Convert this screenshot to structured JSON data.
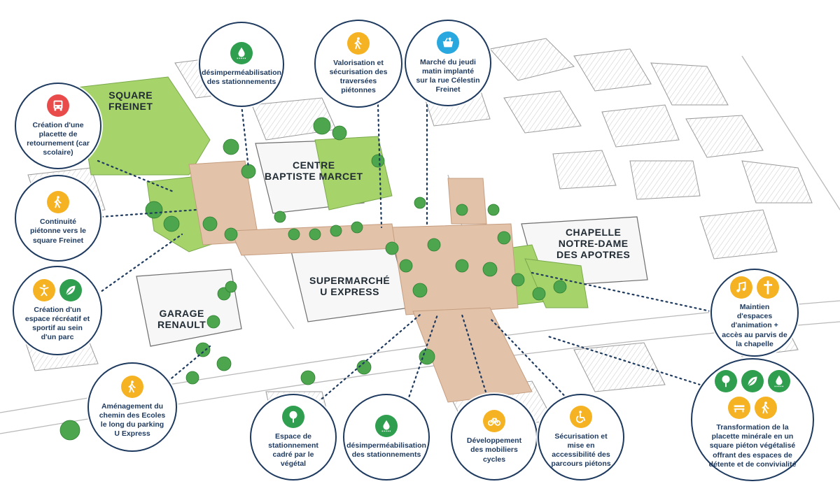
{
  "colors": {
    "navy": "#1e3a5f",
    "red": "#e94b4b",
    "yellow": "#f5b324",
    "green": "#2f9e4f",
    "cyan": "#29a8df",
    "vegetation": "#8bc34a",
    "paving": "#d9b8a0"
  },
  "places": {
    "square_freinet": [
      "SQUARE",
      "FREINET"
    ],
    "centre_baptiste_marcet": [
      "CENTRE",
      "BAPTISTE MARCET"
    ],
    "chapelle": [
      "CHAPELLE",
      "NOTRE-DAME",
      "DES APOTRES"
    ],
    "supermarche": [
      "SUPERMARCHÉ",
      "U EXPRESS"
    ],
    "garage": [
      "GARAGE",
      "RENAULT"
    ]
  },
  "bubbles": {
    "desimper_top": {
      "text": "désimperméabilisation des stationnements",
      "icons": [
        "drop-icon"
      ]
    },
    "traversees": {
      "text": "Valorisation et sécurisation des traversées piétonnes",
      "icons": [
        "pedestrian-icon"
      ]
    },
    "marche": {
      "text": "Marché du jeudi matin implanté sur la rue Célestin Freinet",
      "icons": [
        "basket-icon"
      ]
    },
    "placette_retournement": {
      "text": "Création d'une placette de retournement (car scolaire)",
      "icons": [
        "bus-icon"
      ]
    },
    "continuite": {
      "text": "Continuité piétonne vers le square Freinet",
      "icons": [
        "pedestrian-icon"
      ]
    },
    "espace_recreatif": {
      "text": "Création d'un espace récréatif et sportif au sein d'un parc",
      "icons": [
        "sport-icon",
        "leaf-icon"
      ]
    },
    "maintien": {
      "text": "Maintien d'espaces d'animation + accès au parvis de la chapelle",
      "icons": [
        "music-icon",
        "cross-icon"
      ]
    },
    "amenagement": {
      "text": "Aménagement du chemin des Ecoles le long du parking U Express",
      "icons": [
        "pedestrian-icon"
      ]
    },
    "stationnement_vegetal": {
      "text": "Espace de stationnement cadré par le végétal",
      "icons": [
        "tree-icon"
      ]
    },
    "desimper_bottom": {
      "text": "désimperméabilisation des stationnements",
      "icons": [
        "drop-icon"
      ]
    },
    "cycles": {
      "text": "Développement des mobiliers cycles",
      "icons": [
        "bike-icon"
      ]
    },
    "accessibilite": {
      "text": "Sécurisation et mise en accessibilité des parcours piétons",
      "icons": [
        "wheelchair-icon"
      ]
    },
    "transformation": {
      "text": "Transformation de la placette minérale en un square piéton végétalisé offrant des espaces de détente et de convivialité",
      "icons": [
        "tree-icon",
        "leaf-icon",
        "drop-icon",
        "bench-icon",
        "pedestrian-icon"
      ]
    }
  }
}
